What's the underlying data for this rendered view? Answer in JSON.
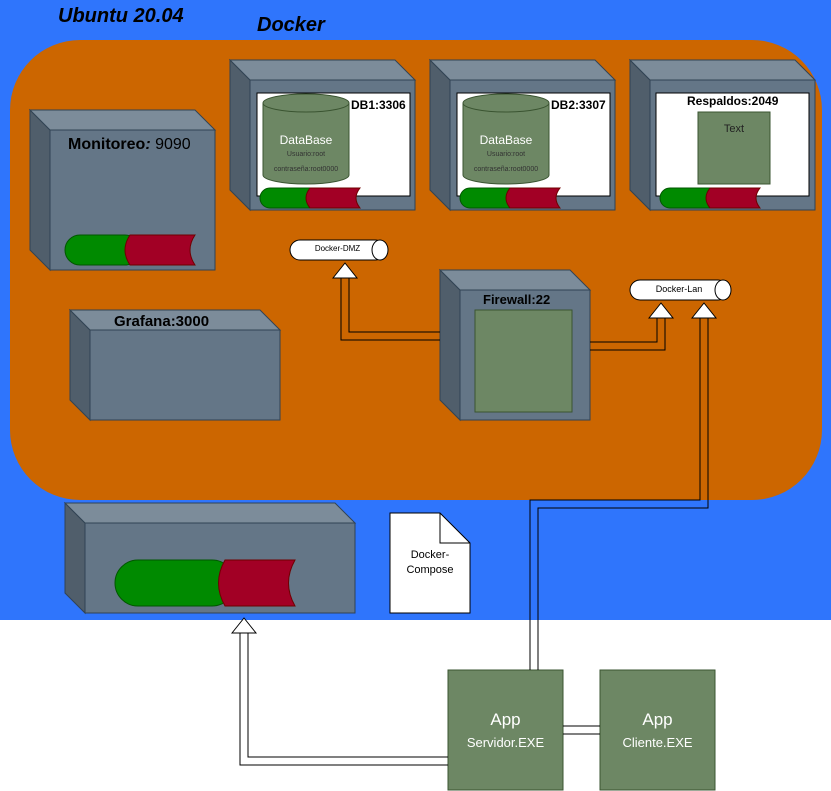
{
  "ubuntu_label": "Ubuntu 20.04",
  "docker_label": "Docker",
  "monitoreo": {
    "name": "Monitoreo",
    "sep": ":",
    "port": " 9090"
  },
  "grafana": {
    "label": "Grafana:3000"
  },
  "db1": {
    "label": "DB1:3306",
    "db_title": "DataBase",
    "user": "Usuario:root",
    "password": "contraseña:root0000"
  },
  "db2": {
    "label": "DB2:3307",
    "db_title": "DataBase",
    "user": "Usuario:root",
    "password": "contraseña:root0000"
  },
  "respaldos": {
    "label": "Respaldos:2049",
    "inner_text": "Text"
  },
  "docker_dmz": "Docker-DMZ",
  "docker_lan": "Docker-Lan",
  "firewall": {
    "label": "Firewall:22"
  },
  "docker_compose": {
    "line1": "Docker-",
    "line2": "Compose"
  },
  "app_servidor": {
    "title": "App",
    "subtitle": "Servidor.EXE"
  },
  "app_cliente": {
    "title": "App",
    "subtitle": "Cliente.EXE"
  },
  "colors": {
    "ubuntu": "#2f75fc",
    "docker": "#cc6600",
    "container": "#647687",
    "green": "#008a00",
    "red": "#a20025",
    "app": "#6d8764"
  }
}
